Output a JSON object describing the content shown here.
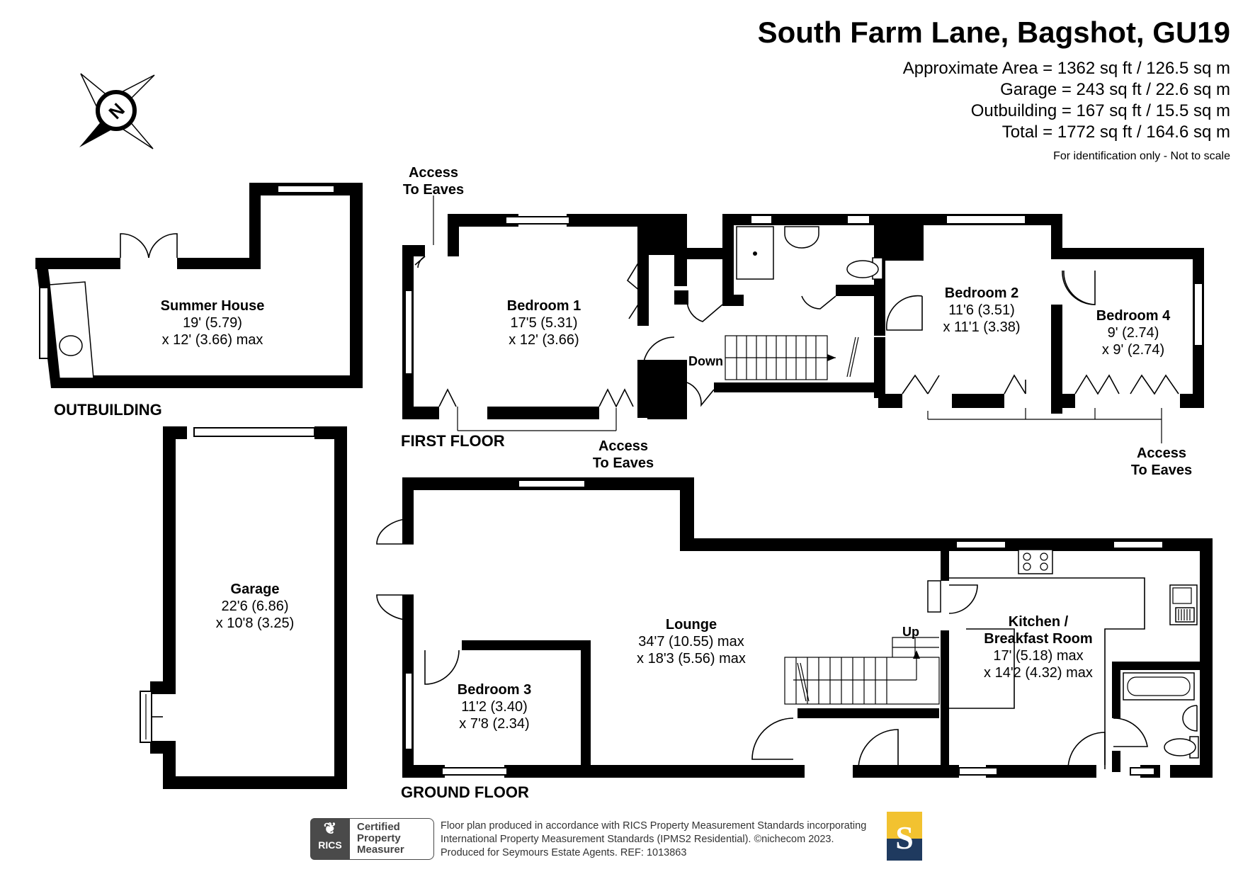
{
  "header": {
    "title": "South Farm Lane, Bagshot, GU19",
    "areas": [
      "Approximate Area = 1362 sq ft / 126.5 sq m",
      "Garage = 243 sq ft / 22.6 sq m",
      "Outbuilding = 167 sq ft / 15.5 sq m",
      "Total = 1772 sq ft / 164.6 sq m"
    ],
    "note": "For identification only - Not to scale"
  },
  "compass": {
    "letter": "N"
  },
  "floors": {
    "first": "FIRST FLOOR",
    "ground": "GROUND FLOOR",
    "outbuilding": "OUTBUILDING"
  },
  "rooms": {
    "summer_house": {
      "name": "Summer House",
      "dim1": "19' (5.79)",
      "dim2": "x 12' (3.66) max"
    },
    "garage": {
      "name": "Garage",
      "dim1": "22'6 (6.86)",
      "dim2": "x 10'8 (3.25)"
    },
    "bedroom1": {
      "name": "Bedroom 1",
      "dim1": "17'5 (5.31)",
      "dim2": "x 12' (3.66)"
    },
    "bedroom2": {
      "name": "Bedroom 2",
      "dim1": "11'6 (3.51)",
      "dim2": "x 11'1 (3.38)"
    },
    "bedroom4": {
      "name": "Bedroom 4",
      "dim1": "9' (2.74)",
      "dim2": "x 9' (2.74)"
    },
    "lounge": {
      "name": "Lounge",
      "dim1": "34'7 (10.55) max",
      "dim2": "x 18'3 (5.56) max"
    },
    "bedroom3": {
      "name": "Bedroom 3",
      "dim1": "11'2 (3.40)",
      "dim2": "x 7'8 (2.34)"
    },
    "kitchen": {
      "name1": "Kitchen /",
      "name2": "Breakfast Room",
      "dim1": "17' (5.18) max",
      "dim2": "x 14'2 (4.32) max"
    }
  },
  "annotations": {
    "access_eaves_1": [
      "Access",
      "To Eaves"
    ],
    "access_eaves_2": [
      "Access",
      "To Eaves"
    ],
    "access_eaves_3": [
      "Access",
      "To Eaves"
    ],
    "down": "Down",
    "up": "Up"
  },
  "footer": {
    "lines": [
      "Floor plan produced in accordance with RICS Property Measurement Standards incorporating",
      "International Property Measurement Standards (IPMS2 Residential).  ©nichecom 2023.",
      "Produced for Seymours Estate Agents.   REF: 1013863"
    ],
    "badge_left": "RICS",
    "badge_right": [
      "Certified",
      "Property",
      "Measurer"
    ],
    "logo_letter": "S"
  },
  "colors": {
    "logo_navy": "#1f3a5f",
    "logo_gold": "#f2c230",
    "badge_grey": "#4a4a4a"
  }
}
